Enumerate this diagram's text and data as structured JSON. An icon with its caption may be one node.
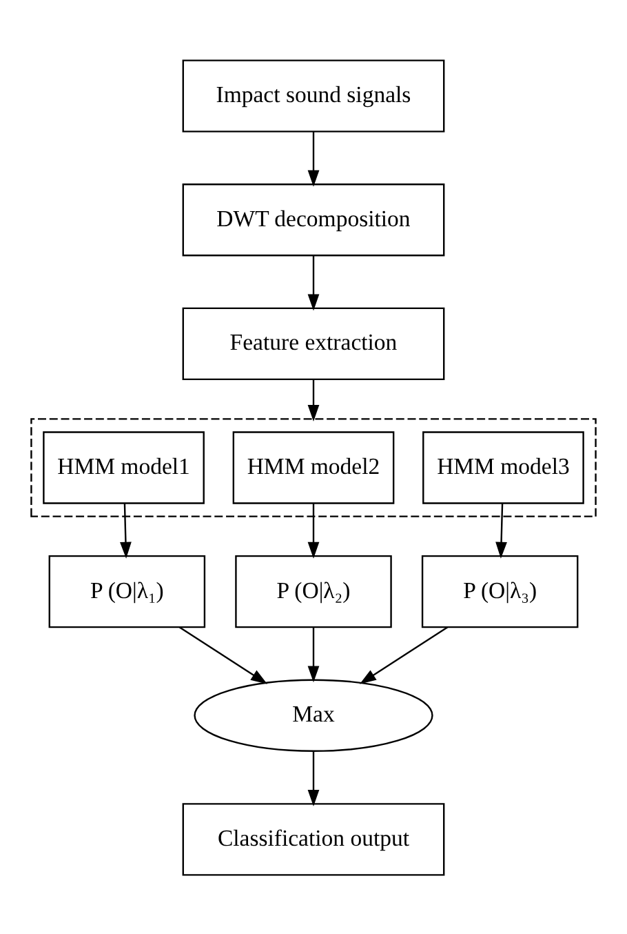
{
  "diagram": {
    "nodes": [
      {
        "text": [
          "Impact sound signals"
        ]
      },
      {
        "text": [
          "DWT decomposition"
        ]
      },
      {
        "text": [
          "Feature extraction"
        ]
      },
      {
        "text": [],
        "shape": "box"
      },
      {
        "text": [
          "HMM model1"
        ],
        "in": 3
      },
      {
        "text": [
          "HMM model2"
        ],
        "in": 3
      },
      {
        "text": [
          "HMM model3"
        ],
        "in": 3
      },
      {
        "text": [
          "P (O|λ₁)"
        ]
      },
      {
        "text": [
          "P (O|λ₂)"
        ]
      },
      {
        "text": [
          "P (O|λ₃)"
        ]
      },
      {
        "text": [
          "Max"
        ]
      },
      {
        "text": [
          "Classification output"
        ]
      }
    ],
    "edges": [
      {
        "from": 0,
        "to": 1,
        "arrow": "to"
      },
      {
        "from": 1,
        "to": 2,
        "arrow": "to"
      },
      {
        "from": 2,
        "to": 3,
        "arrow": "to"
      },
      {
        "from": 4,
        "to": 7,
        "arrow": "to"
      },
      {
        "from": 5,
        "to": 8,
        "arrow": "to"
      },
      {
        "from": 6,
        "to": 9,
        "arrow": "to"
      },
      {
        "from": 7,
        "to": 10,
        "arrow": "to"
      },
      {
        "from": 8,
        "to": 10,
        "arrow": "to"
      },
      {
        "from": 9,
        "to": 10,
        "arrow": "to"
      },
      {
        "from": 10,
        "to": 11,
        "arrow": "to"
      }
    ]
  }
}
